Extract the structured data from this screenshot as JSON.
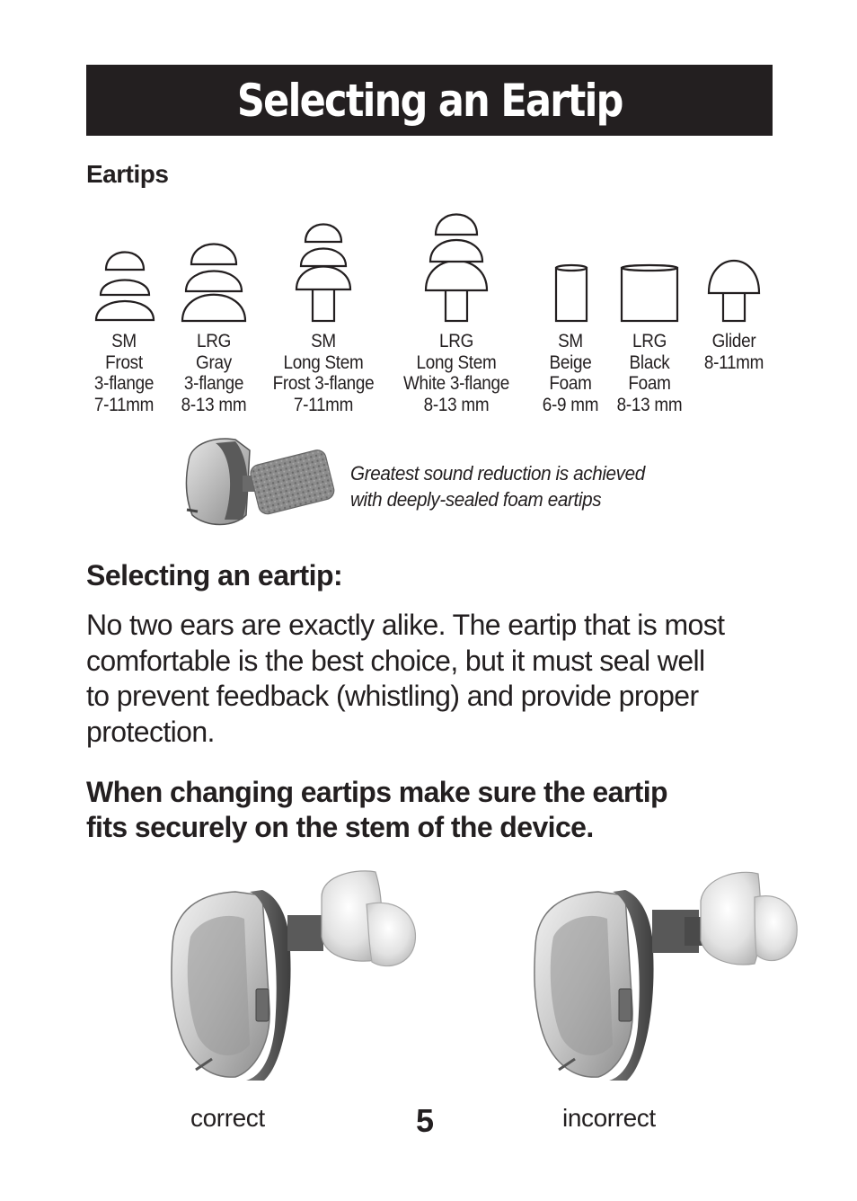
{
  "title": "Selecting an Eartip",
  "eartips_heading": "Eartips",
  "eartips": [
    {
      "lines": [
        "SM",
        "Frost",
        "3-flange",
        "7-11mm"
      ]
    },
    {
      "lines": [
        "LRG",
        "Gray",
        "3-flange",
        "8-13 mm"
      ]
    },
    {
      "lines": [
        "SM",
        "Long Stem",
        "Frost 3-flange",
        "7-11mm"
      ]
    },
    {
      "lines": [
        "LRG",
        "Long Stem",
        "White 3-flange",
        "8-13 mm"
      ]
    },
    {
      "lines": [
        "SM",
        "Beige",
        "Foam",
        "6-9 mm"
      ]
    },
    {
      "lines": [
        "LRG",
        "Black",
        "Foam",
        "8-13 mm"
      ]
    },
    {
      "lines": [
        "Glider",
        "8-11mm"
      ]
    }
  ],
  "foam_caption": [
    "Greatest sound reduction is achieved",
    "with deeply-sealed foam eartips"
  ],
  "section_heading": "Selecting an eartip:",
  "body_lines": [
    "No two ears are exactly alike. The eartip that is most",
    "comfortable is the best choice, but it must seal well",
    "to prevent feedback (whistling) and provide proper",
    "protection."
  ],
  "warning_lines": [
    "When changing eartips make sure the eartip",
    "fits securely on the stem of the device."
  ],
  "photo_labels": {
    "correct": "correct",
    "incorrect": "incorrect"
  },
  "page_number": "5"
}
